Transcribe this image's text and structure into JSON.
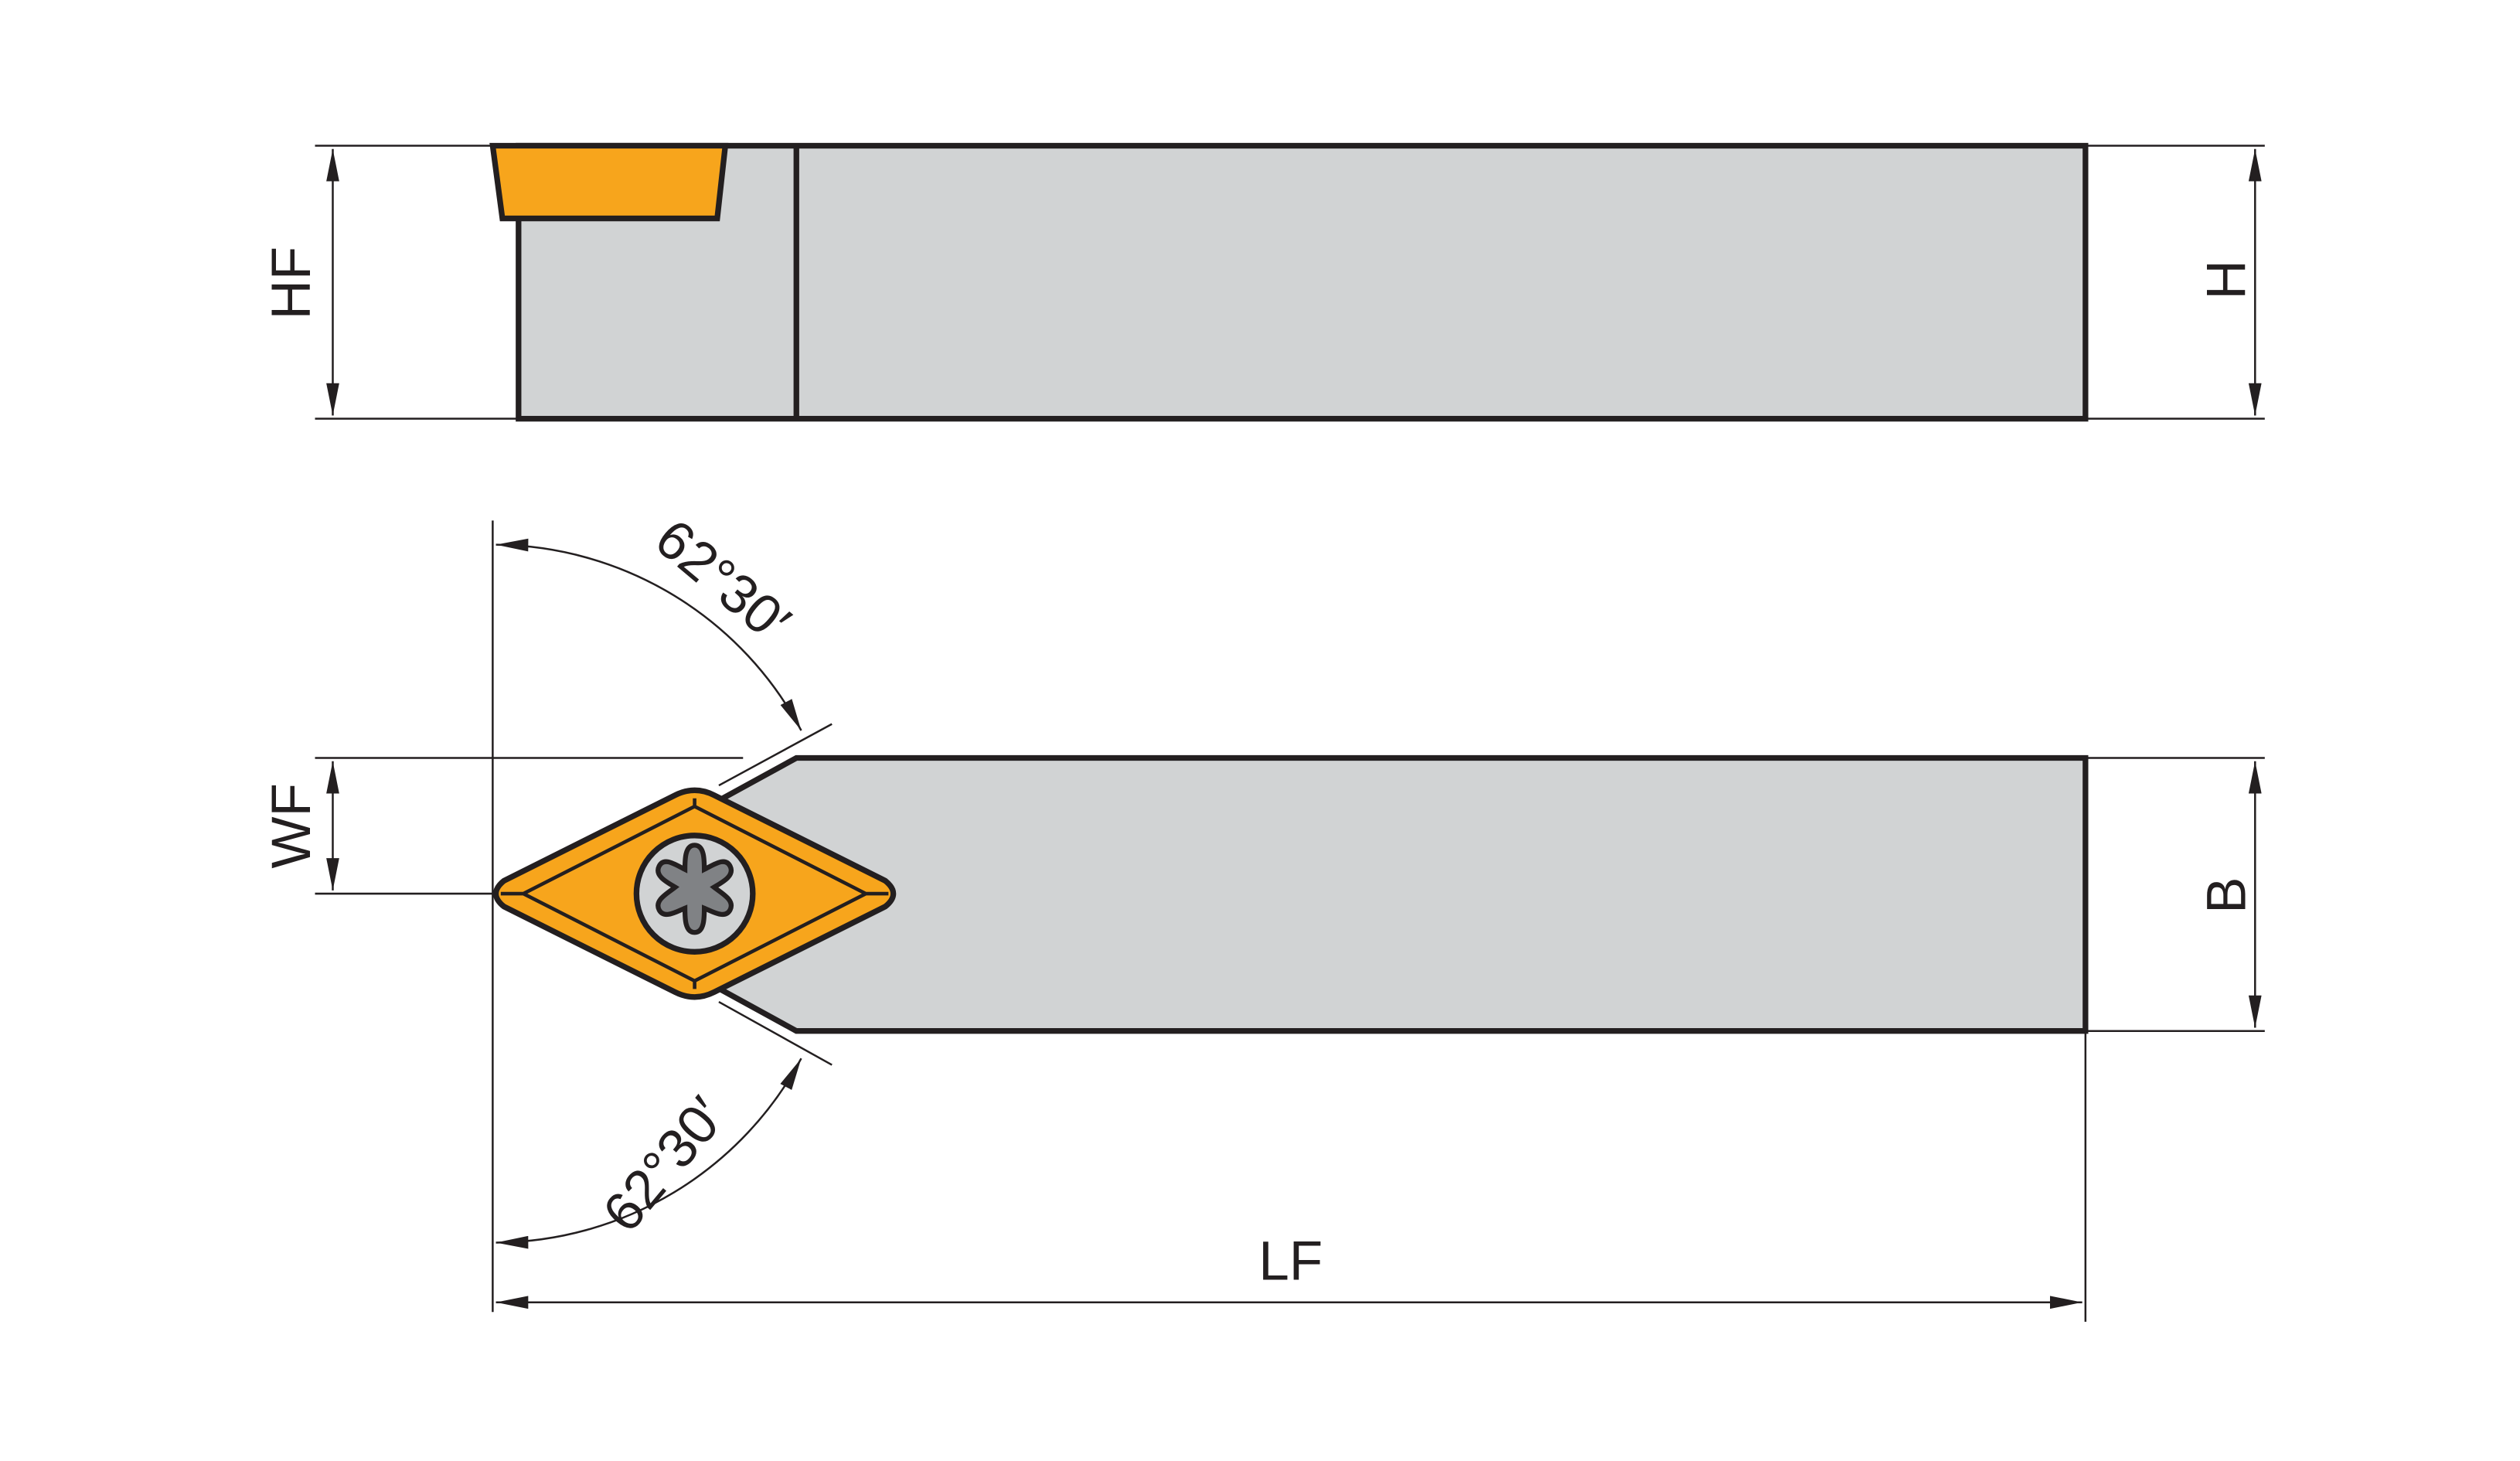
{
  "labels": {
    "hf": "HF",
    "h": "H",
    "wf": "WF",
    "b": "B",
    "lf": "LF",
    "angle_top": "62°30′",
    "angle_bottom": "62°30′"
  },
  "colors": {
    "body": "#d1d3d4",
    "insert": "#f7a51c",
    "screw_center": "#808285",
    "outline": "#231f20"
  }
}
